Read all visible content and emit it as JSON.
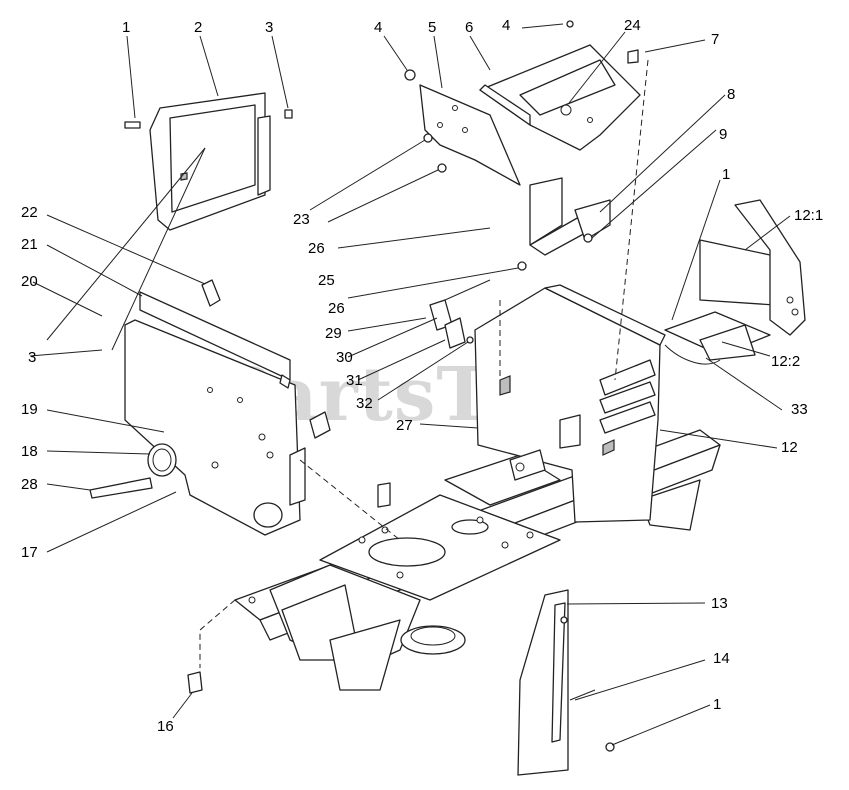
{
  "diagram": {
    "watermark": "PartsTree",
    "watermark_mark": "™",
    "callouts": [
      {
        "id": "c1a",
        "text": "1"
      },
      {
        "id": "c2",
        "text": "2"
      },
      {
        "id": "c3a",
        "text": "3"
      },
      {
        "id": "c4a",
        "text": "4"
      },
      {
        "id": "c5",
        "text": "5"
      },
      {
        "id": "c6",
        "text": "6"
      },
      {
        "id": "c4b",
        "text": "4"
      },
      {
        "id": "c24",
        "text": "24"
      },
      {
        "id": "c7",
        "text": "7"
      },
      {
        "id": "c8",
        "text": "8"
      },
      {
        "id": "c9",
        "text": "9"
      },
      {
        "id": "c1b",
        "text": "1"
      },
      {
        "id": "c12_1",
        "text": "12:1"
      },
      {
        "id": "c22",
        "text": "22"
      },
      {
        "id": "c23",
        "text": "23"
      },
      {
        "id": "c21",
        "text": "21"
      },
      {
        "id": "c26a",
        "text": "26"
      },
      {
        "id": "c25",
        "text": "25"
      },
      {
        "id": "c20",
        "text": "20"
      },
      {
        "id": "c26b",
        "text": "26"
      },
      {
        "id": "c29",
        "text": "29"
      },
      {
        "id": "c3b",
        "text": "3"
      },
      {
        "id": "c30",
        "text": "30"
      },
      {
        "id": "c12_2",
        "text": "12:2"
      },
      {
        "id": "c31",
        "text": "31"
      },
      {
        "id": "c32",
        "text": "32"
      },
      {
        "id": "c33",
        "text": "33"
      },
      {
        "id": "c19",
        "text": "19"
      },
      {
        "id": "c27",
        "text": "27"
      },
      {
        "id": "c12",
        "text": "12"
      },
      {
        "id": "c18",
        "text": "18"
      },
      {
        "id": "c28",
        "text": "28"
      },
      {
        "id": "c17",
        "text": "17"
      },
      {
        "id": "c13",
        "text": "13"
      },
      {
        "id": "c14",
        "text": "14"
      },
      {
        "id": "c1c",
        "text": "1"
      },
      {
        "id": "c16",
        "text": "16"
      }
    ]
  }
}
